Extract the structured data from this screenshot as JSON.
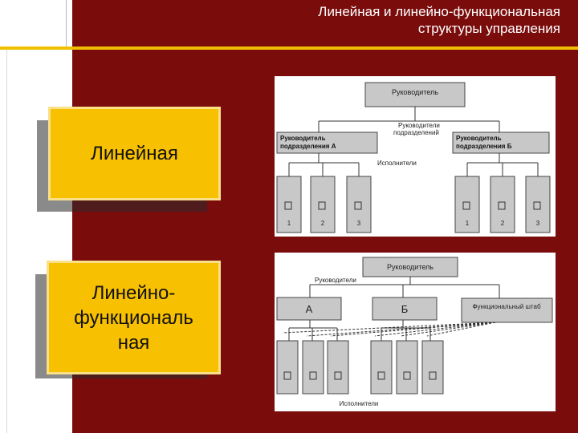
{
  "title": {
    "line1": "Линейная и линейно-функциональная",
    "line2": "структуры управления"
  },
  "cards": {
    "linear": "Линейная",
    "linear_functional_1": "Линейно-",
    "linear_functional_2": "функциональ",
    "linear_functional_3": "ная"
  },
  "diagram_linear": {
    "head": "Руководитель",
    "subheads_caption_1": "Руководители",
    "subheads_caption_2": "подразделений",
    "unit_a_1": "Руководитель",
    "unit_a_2": "подразделения А",
    "unit_b_1": "Руководитель",
    "unit_b_2": "подразделения Б",
    "executors": "Исполнители",
    "left_nums": [
      "1",
      "2",
      "3"
    ],
    "right_nums": [
      "1",
      "2",
      "3"
    ]
  },
  "diagram_functional": {
    "head": "Руководитель",
    "head_caption": "Руководители",
    "unit_a": "А",
    "unit_b": "Б",
    "staff": "Функциональный штаб",
    "executors": "Исполнители"
  },
  "colors": {
    "maroon": "#7a0c0c",
    "gold": "#f7c000",
    "box_gray": "#c8c8c8"
  }
}
